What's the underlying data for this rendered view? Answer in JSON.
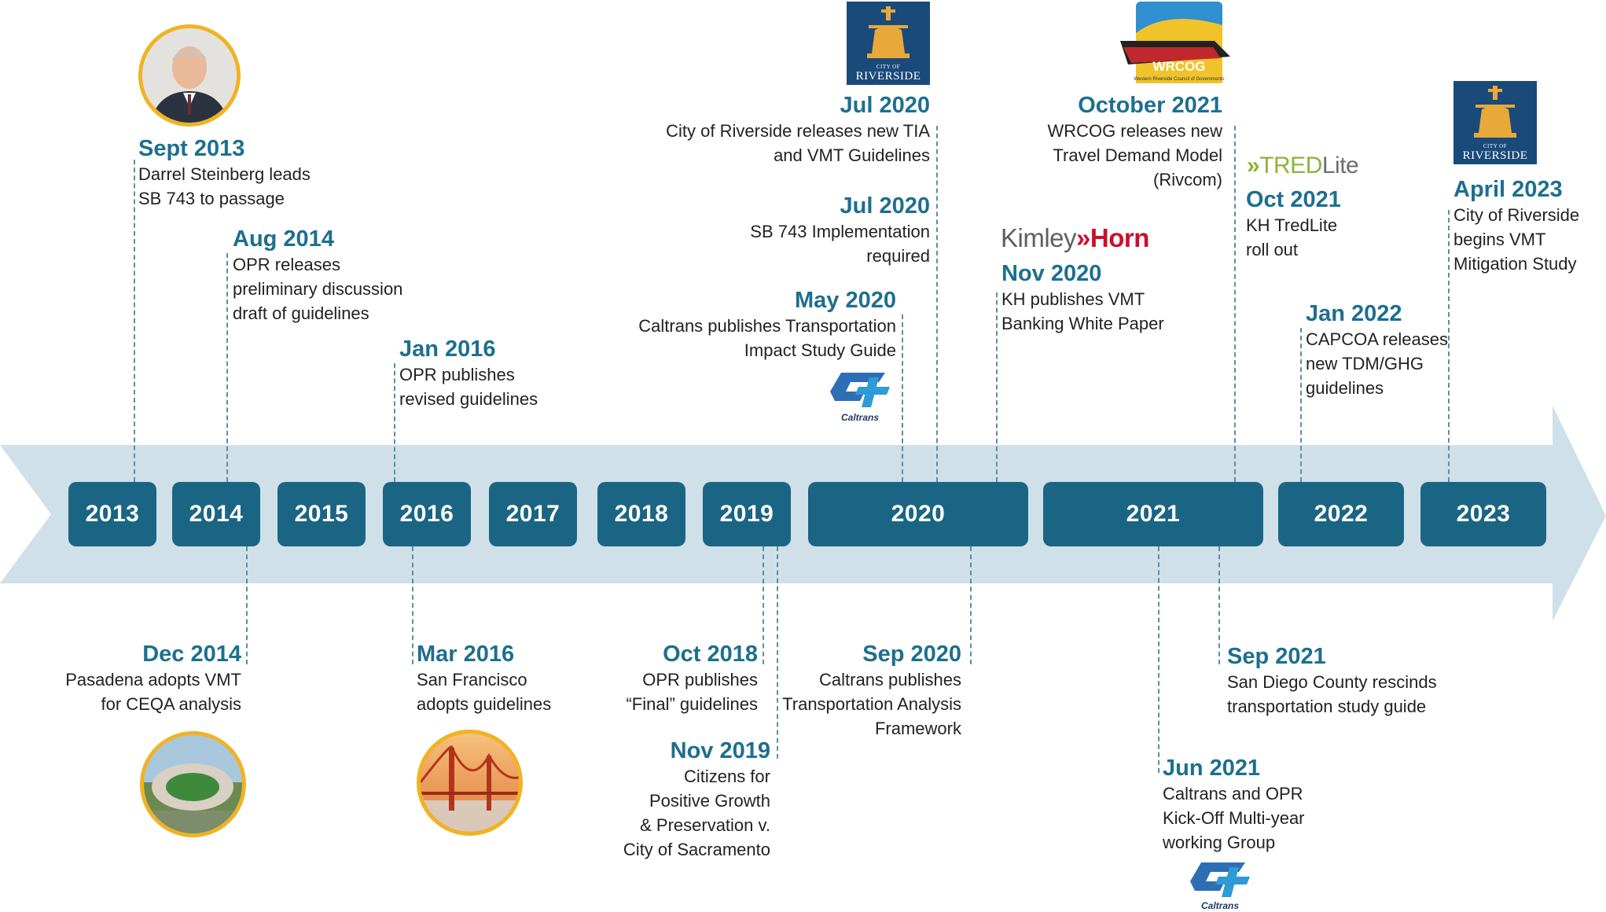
{
  "years": [
    "2013",
    "2014",
    "2015",
    "2016",
    "2017",
    "2018",
    "2019",
    "2020",
    "2021",
    "2022",
    "2023"
  ],
  "top_events": [
    {
      "date": "Sept 2013",
      "lines": [
        "Darrel Steinberg leads",
        "SB 743 to passage"
      ]
    },
    {
      "date": "Aug 2014",
      "lines": [
        "OPR releases",
        "preliminary discussion",
        "draft of guidelines"
      ]
    },
    {
      "date": "Jan 2016",
      "lines": [
        "OPR publishes",
        "revised guidelines"
      ]
    },
    {
      "date": "May 2020",
      "lines": [
        "Caltrans publishes Transportation",
        "Impact Study Guide"
      ]
    },
    {
      "date": "Jul 2020",
      "lines": [
        "SB 743 Implementation",
        "required"
      ]
    },
    {
      "date": "Jul 2020",
      "lines": [
        "City of Riverside releases new TIA",
        "and VMT Guidelines"
      ]
    },
    {
      "date": "Nov 2020",
      "lines": [
        "KH publishes VMT",
        "Banking White Paper"
      ]
    },
    {
      "date": "October 2021",
      "lines": [
        "WRCOG releases new",
        "Travel Demand Model",
        "(Rivcom)"
      ]
    },
    {
      "date": "Oct 2021",
      "lines": [
        "KH TredLite",
        "roll out"
      ]
    },
    {
      "date": "Jan 2022",
      "lines": [
        "CAPCOA releases",
        "new TDM/GHG",
        "guidelines"
      ]
    },
    {
      "date": "April 2023",
      "lines": [
        "City of Riverside",
        "begins VMT",
        "Mitigation Study"
      ]
    }
  ],
  "bottom_events": [
    {
      "date": "Dec 2014",
      "lines": [
        "Pasadena adopts VMT",
        "for CEQA analysis"
      ]
    },
    {
      "date": "Mar 2016",
      "lines": [
        "San Francisco",
        "adopts guidelines"
      ]
    },
    {
      "date": "Oct 2018",
      "lines": [
        "OPR publishes",
        "“Final” guidelines"
      ]
    },
    {
      "date": "Nov 2019",
      "lines": [
        "Citizens for",
        "Positive Growth",
        "& Preservation v.",
        "City of Sacramento"
      ]
    },
    {
      "date": "Sep 2020",
      "lines": [
        "Caltrans publishes",
        "Transportation Analysis",
        "Framework"
      ]
    },
    {
      "date": "Jun 2021",
      "lines": [
        "Caltrans and OPR",
        "Kick-Off Multi-year",
        "working Group"
      ]
    },
    {
      "date": "Sep 2021",
      "lines": [
        "San Diego County rescinds",
        "transportation study guide"
      ]
    }
  ],
  "logos": {
    "riverside_small": "CITY OF",
    "riverside_name": "RIVERSIDE",
    "caltrans": "Caltrans",
    "kimley": "Kimley",
    "horn": "Horn",
    "tred": "TRED",
    "lite": "Lite",
    "wrcog": "WRCOG",
    "wrcog_sub": "Western Riverside Council of Governments"
  },
  "colors": {
    "accent": "#1b6584",
    "date": "#1d6f8f",
    "arrow": "#cfe0e8",
    "gold": "#f0b323",
    "horn_red": "#c8102e",
    "tred_green": "#8db33a"
  }
}
